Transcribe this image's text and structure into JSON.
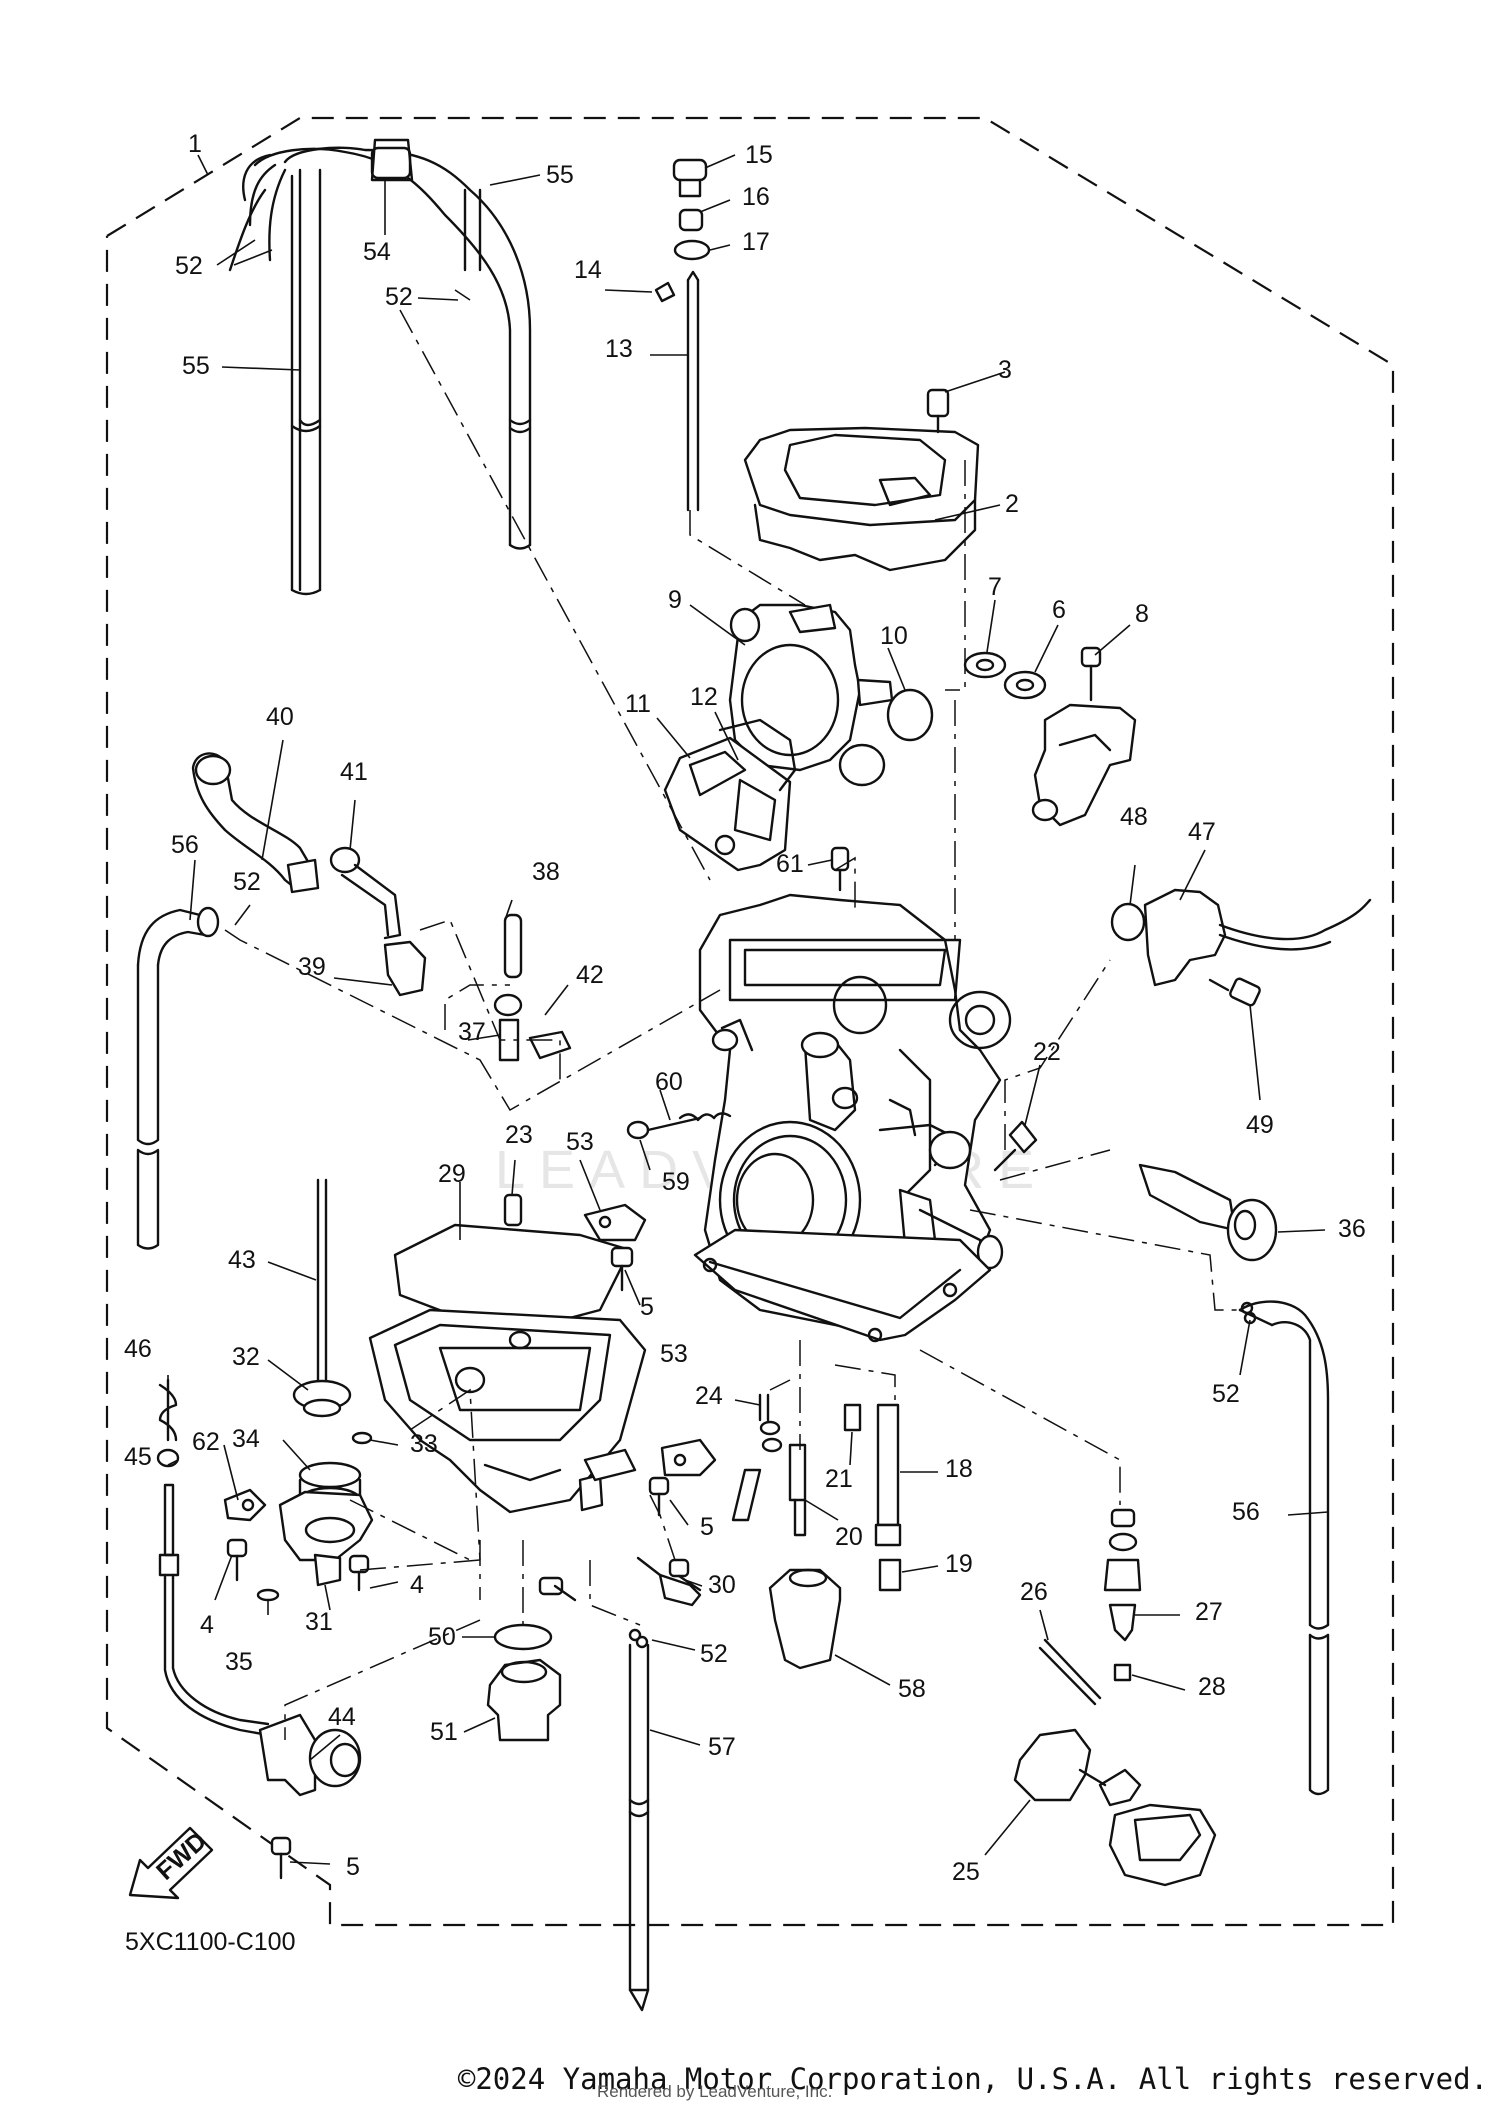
{
  "diagram": {
    "code": "5XC1100-C100",
    "watermark": "LEADVENTURE",
    "fwd_label": "FWD",
    "callouts": [
      "1",
      "2",
      "3",
      "4",
      "4",
      "5",
      "5",
      "5",
      "5",
      "6",
      "7",
      "8",
      "9",
      "10",
      "11",
      "12",
      "13",
      "14",
      "15",
      "16",
      "17",
      "18",
      "19",
      "20",
      "21",
      "22",
      "23",
      "24",
      "25",
      "26",
      "27",
      "28",
      "29",
      "30",
      "31",
      "32",
      "33",
      "34",
      "35",
      "36",
      "37",
      "38",
      "39",
      "40",
      "41",
      "42",
      "43",
      "44",
      "45",
      "46",
      "47",
      "48",
      "49",
      "50",
      "51",
      "52",
      "52",
      "52",
      "52",
      "52",
      "53",
      "53",
      "54",
      "55",
      "55",
      "56",
      "56",
      "57",
      "58",
      "59",
      "60",
      "61",
      "62"
    ]
  },
  "footer": {
    "copyright": "©2024 Yamaha Motor Corporation, U.S.A. All rights reserved.",
    "rendered_by": "Rendered by LeadVenture, Inc."
  }
}
